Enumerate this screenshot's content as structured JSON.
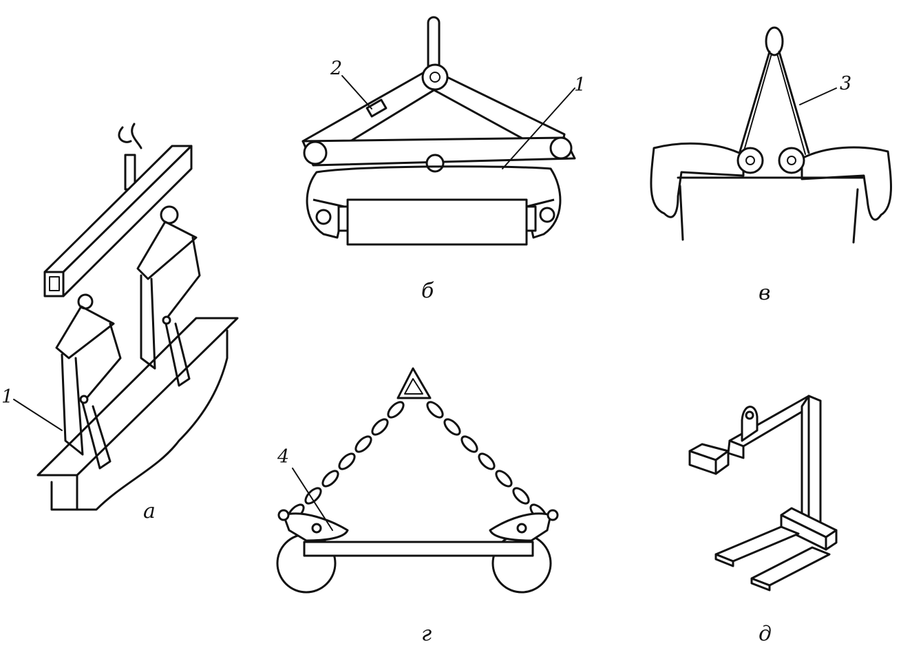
{
  "panels": [
    {
      "id": "a",
      "caption": "а",
      "callouts": [
        "1"
      ]
    },
    {
      "id": "b",
      "caption": "б",
      "callouts": [
        "1",
        "2"
      ]
    },
    {
      "id": "v",
      "caption": "в",
      "callouts": [
        "3"
      ]
    },
    {
      "id": "g",
      "caption": "г",
      "callouts": [
        "4"
      ]
    },
    {
      "id": "d",
      "caption": "д",
      "callouts": []
    }
  ],
  "colors": {
    "ink": "#111111",
    "paper": "#ffffff"
  }
}
